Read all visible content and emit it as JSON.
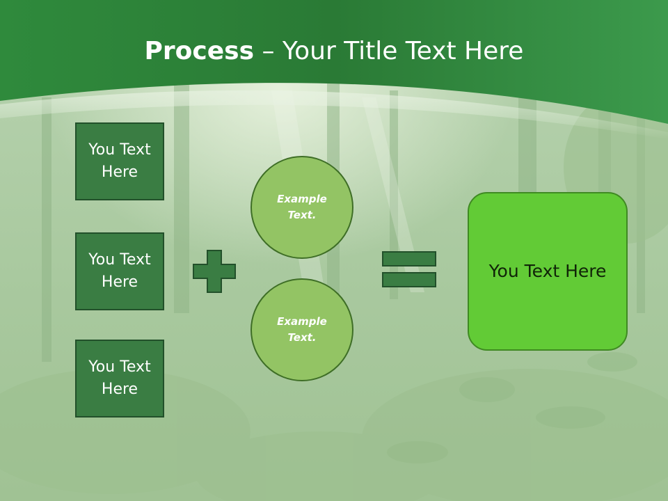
{
  "title": {
    "bold": "Process",
    "rest": " – Your Title Text Here"
  },
  "left_boxes": [
    {
      "label": "You Text Here"
    },
    {
      "label": "You Text Here"
    },
    {
      "label": "You Text Here"
    }
  ],
  "circles": [
    {
      "label": "Example Text."
    },
    {
      "label": "Example Text."
    }
  ],
  "result_box": {
    "label": "You Text Here"
  },
  "icons": {
    "plus": "plus-icon",
    "equals": "equals-icon"
  },
  "colors": {
    "header_green": "#2f8a3e",
    "box_green": "#3a7d43",
    "circle_green": "#93c464",
    "result_green": "#62cb36"
  }
}
